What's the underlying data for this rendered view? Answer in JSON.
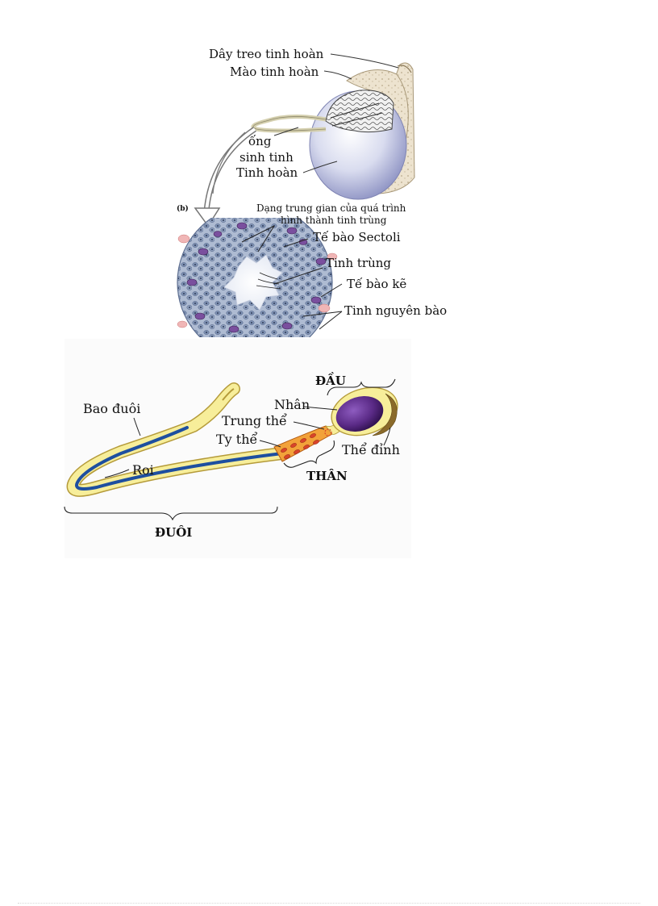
{
  "testis_figure": {
    "labels": {
      "spermatic_cord": "Dây treo tinh hoàn",
      "epididymis": "Mào tinh hoàn",
      "seminiferous_tubule_line1": "ống",
      "seminiferous_tubule_line2": "sinh tinh",
      "testis": "Tinh hoàn"
    }
  },
  "tubule_figure": {
    "panel_letter": "(b)",
    "labels": {
      "intermediate_line1": "Dạng trung gian của quá trình",
      "intermediate_line2": "hình thành tinh trùng",
      "sertoli_cell": "Tế bào Sectoli",
      "sperm": "Tinh trùng",
      "interstitial_cell": "Tế bào kẽ",
      "spermatogonia": "Tinh nguyên bào"
    }
  },
  "sperm_figure": {
    "labels": {
      "head": "ĐẦU",
      "nucleus": "Nhân",
      "centriole": "Trung thể",
      "mitochondria": "Ty thể",
      "acrosome": "Thể đỉnh",
      "midpiece": "THÂN",
      "tail_sheath": "Bao đuôi",
      "flagellum": "Roi",
      "tail": "ĐUÔI"
    }
  },
  "colors": {
    "testis_fill": "#d9dcef",
    "epididymis_fill": "#ede3cf",
    "tubule_cell_fill": "#9fb0c8",
    "nucleus_purple": "#5a2a86",
    "sperm_sheath_yellow": "#f7ee9a",
    "flagellum_blue": "#1e4fa0",
    "midpiece_orange": "#f2a23a",
    "mito_red": "#d8442a"
  }
}
